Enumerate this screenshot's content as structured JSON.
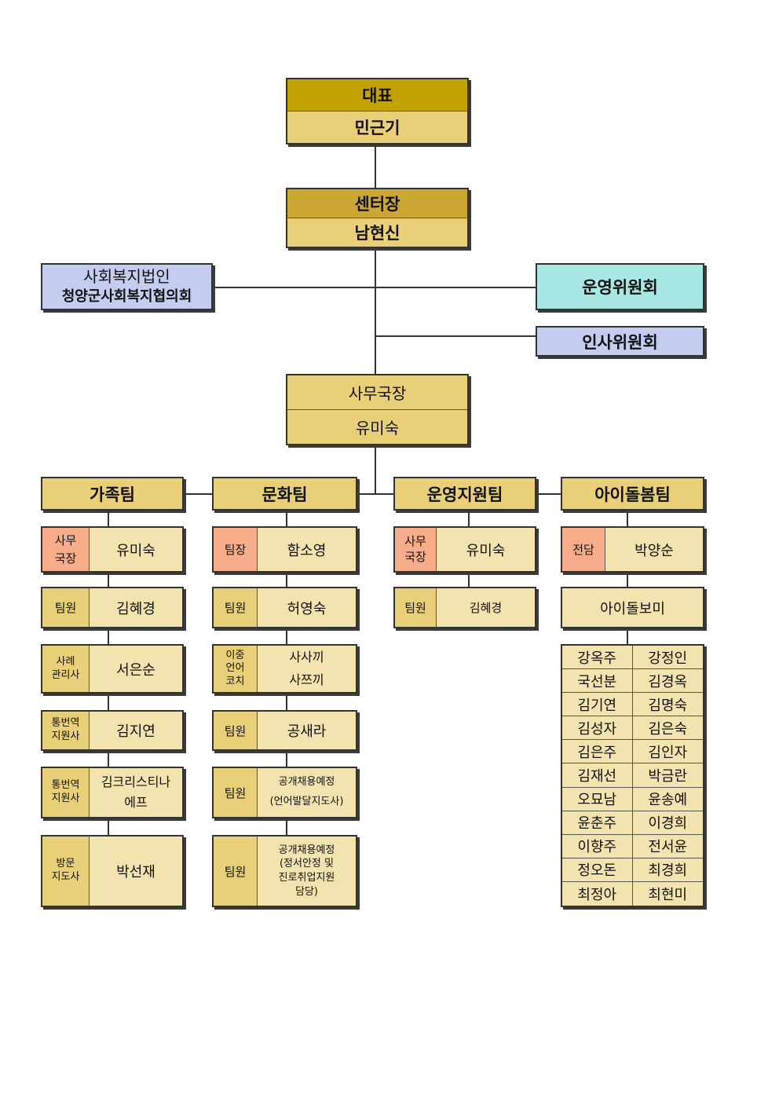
{
  "top": {
    "representative": {
      "title": "대표",
      "name": "민근기"
    },
    "center_director": {
      "title": "센터장",
      "name": "남현신"
    },
    "corporation": {
      "line1": "사회복지법인",
      "line2": "청양군사회복지협의회"
    },
    "operating_committee": "운영위원회",
    "personnel_committee": "인사위원회",
    "secretary_general": {
      "title": "사무국장",
      "name": "유미숙"
    }
  },
  "teams": {
    "family": {
      "name": "가족팀",
      "members": [
        {
          "role": "사무\n국장",
          "name": "유미숙"
        },
        {
          "role": "팀원",
          "name": "김혜경"
        },
        {
          "role": "사례\n관리사",
          "name": "서은순"
        },
        {
          "role": "통번역\n지원사",
          "name": "김지연"
        },
        {
          "role": "통번역\n지원사",
          "name": "김크리스티나\n에프"
        },
        {
          "role": "방문\n지도사",
          "name": "박선재"
        }
      ]
    },
    "culture": {
      "name": "문화팀",
      "members": [
        {
          "role": "팀장",
          "name": "함소영"
        },
        {
          "role": "팀원",
          "name": "허영숙"
        },
        {
          "role": "이중\n언어\n코치",
          "name": "사사끼\n사쯔끼"
        },
        {
          "role": "팀원",
          "name": "공새라"
        },
        {
          "role": "팀원",
          "name": "공개채용예정\n(언어발달지도사)"
        },
        {
          "role": "팀원",
          "name": "공개채용예정\n(정서안정 및\n진로취업지원\n담당)"
        }
      ]
    },
    "operations": {
      "name": "운영지원팀",
      "members": [
        {
          "role": "사무\n국장",
          "name": "유미숙"
        },
        {
          "role": "팀원",
          "name": "김혜경"
        }
      ]
    },
    "childcare": {
      "name": "아이돌봄팀",
      "lead": {
        "role": "전담",
        "name": "박양순"
      },
      "helpers_label": "아이돌보미",
      "helpers": [
        [
          "강옥주",
          "강정인"
        ],
        [
          "국선분",
          "김경옥"
        ],
        [
          "김기연",
          "김명숙"
        ],
        [
          "김성자",
          "김은숙"
        ],
        [
          "김은주",
          "김인자"
        ],
        [
          "김재선",
          "박금란"
        ],
        [
          "오묘남",
          "윤송예"
        ],
        [
          "윤춘주",
          "이경희"
        ],
        [
          "이향주",
          "전서윤"
        ],
        [
          "정오돈",
          "최경희"
        ],
        [
          "최정아",
          "최현미"
        ]
      ]
    }
  },
  "colors": {
    "gold_dark": "#c2a200",
    "gold_mid": "#cba632",
    "tan": "#e9cf77",
    "tan_light": "#f3e3ae",
    "lavender": "#c4cdf0",
    "cyan": "#a8e8e4",
    "salmon": "#f7ad8a"
  }
}
